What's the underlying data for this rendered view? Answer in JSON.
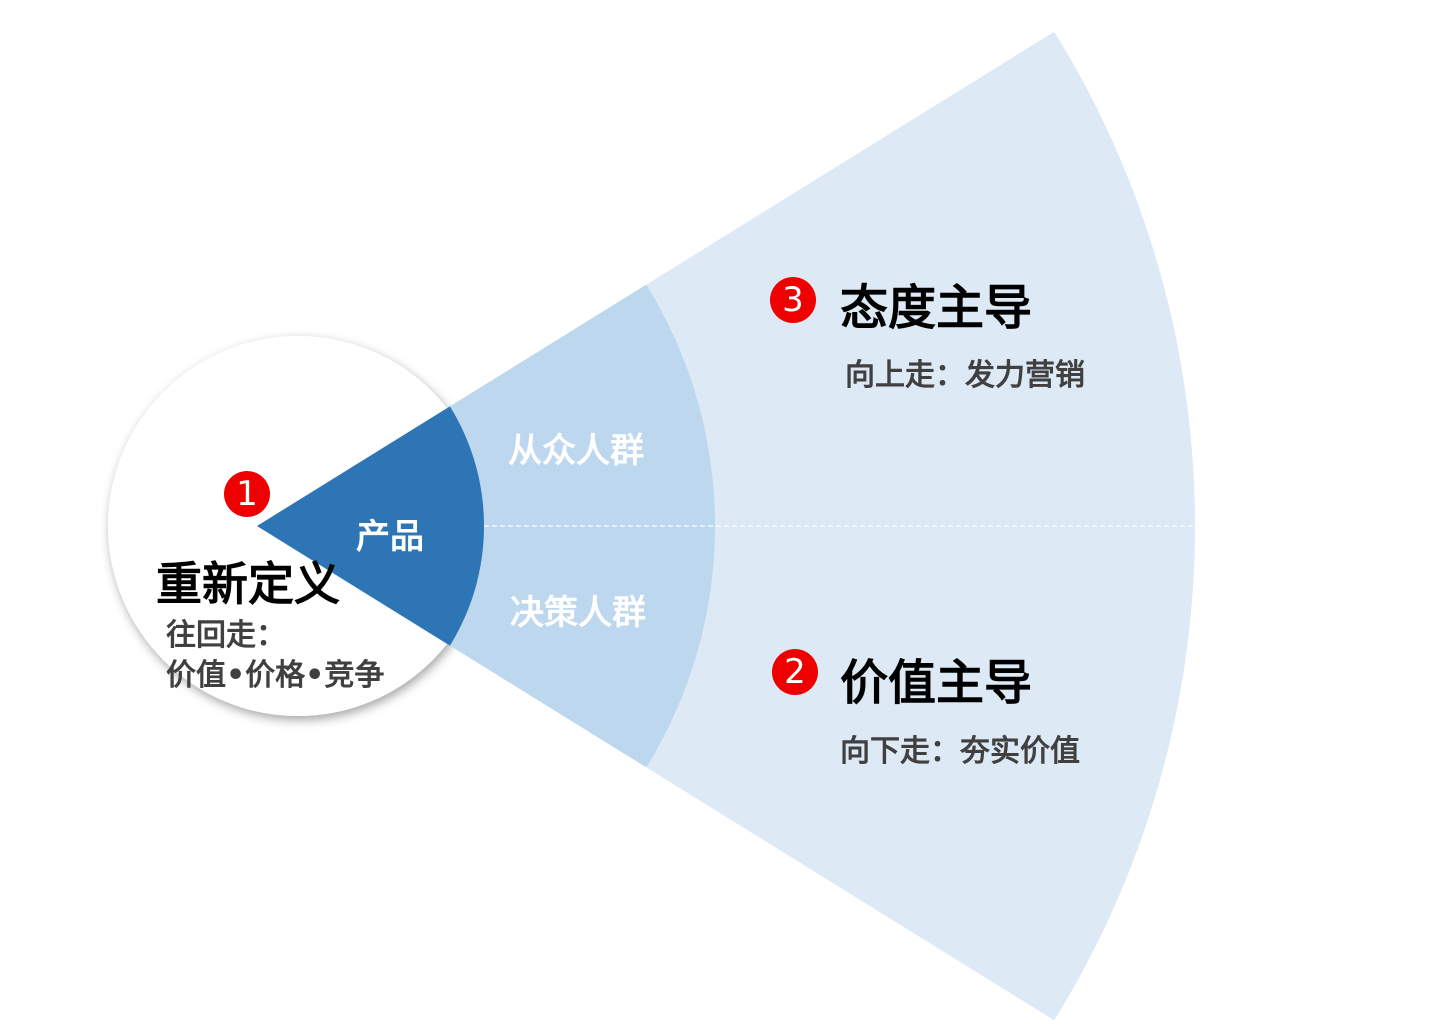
{
  "colors": {
    "outer": "#dde9f5",
    "middle": "#bdd7ee",
    "inner": "#2e75b6",
    "badge": "#ee0000"
  },
  "center": {
    "badge": "1",
    "title": "重新定义",
    "subtitle": "往回走：",
    "detail": "价值•价格•竞争"
  },
  "inner": {
    "label": "产品"
  },
  "middle": {
    "top_label": "从众人群",
    "bottom_label": "决策人群"
  },
  "outer": {
    "top": {
      "badge": "3",
      "title": "态度主导",
      "subtitle": "向上走：发力营销"
    },
    "bottom": {
      "badge": "2",
      "title": "价值主导",
      "subtitle": "向下走：夯实价值"
    }
  }
}
